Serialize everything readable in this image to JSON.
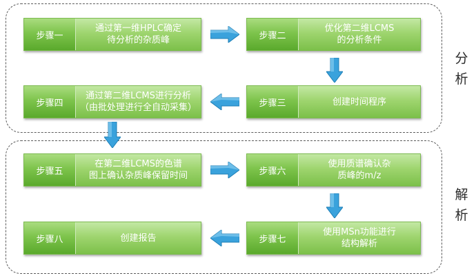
{
  "colors": {
    "tag_gradient": [
      "#a9dc7f",
      "#5aa92c"
    ],
    "body_gradient": [
      "#c3e8a4",
      "#7cc04a"
    ],
    "arrow_fill": "#3aa2dc",
    "group_border": "#5a5a5a"
  },
  "groups": {
    "analysis": {
      "label": "分析"
    },
    "parsing": {
      "label": "解析"
    }
  },
  "steps": [
    {
      "tag": "步骤一",
      "text": "通过第一维HPLC确定\n待分析的杂质峰"
    },
    {
      "tag": "步骤二",
      "text": "优化第二维LCMS\n的分析条件"
    },
    {
      "tag": "步骤三",
      "text": "创建时间程序"
    },
    {
      "tag": "步骤四",
      "text": "通过第二维LCMS进行分析\n（由批处理进行全自动采集）"
    },
    {
      "tag": "步骤五",
      "text": "在第二维LCMS的色谱\n图上确认杂质峰保留时间"
    },
    {
      "tag": "步骤六",
      "text": "使用质谱确认杂\n质峰的m/z"
    },
    {
      "tag": "步骤七",
      "text": "使用MSn功能进行\n结构解析"
    },
    {
      "tag": "步骤八",
      "text": "创建报告"
    }
  ],
  "arrows": [
    "right",
    "down",
    "left",
    "down",
    "right",
    "down",
    "left"
  ]
}
